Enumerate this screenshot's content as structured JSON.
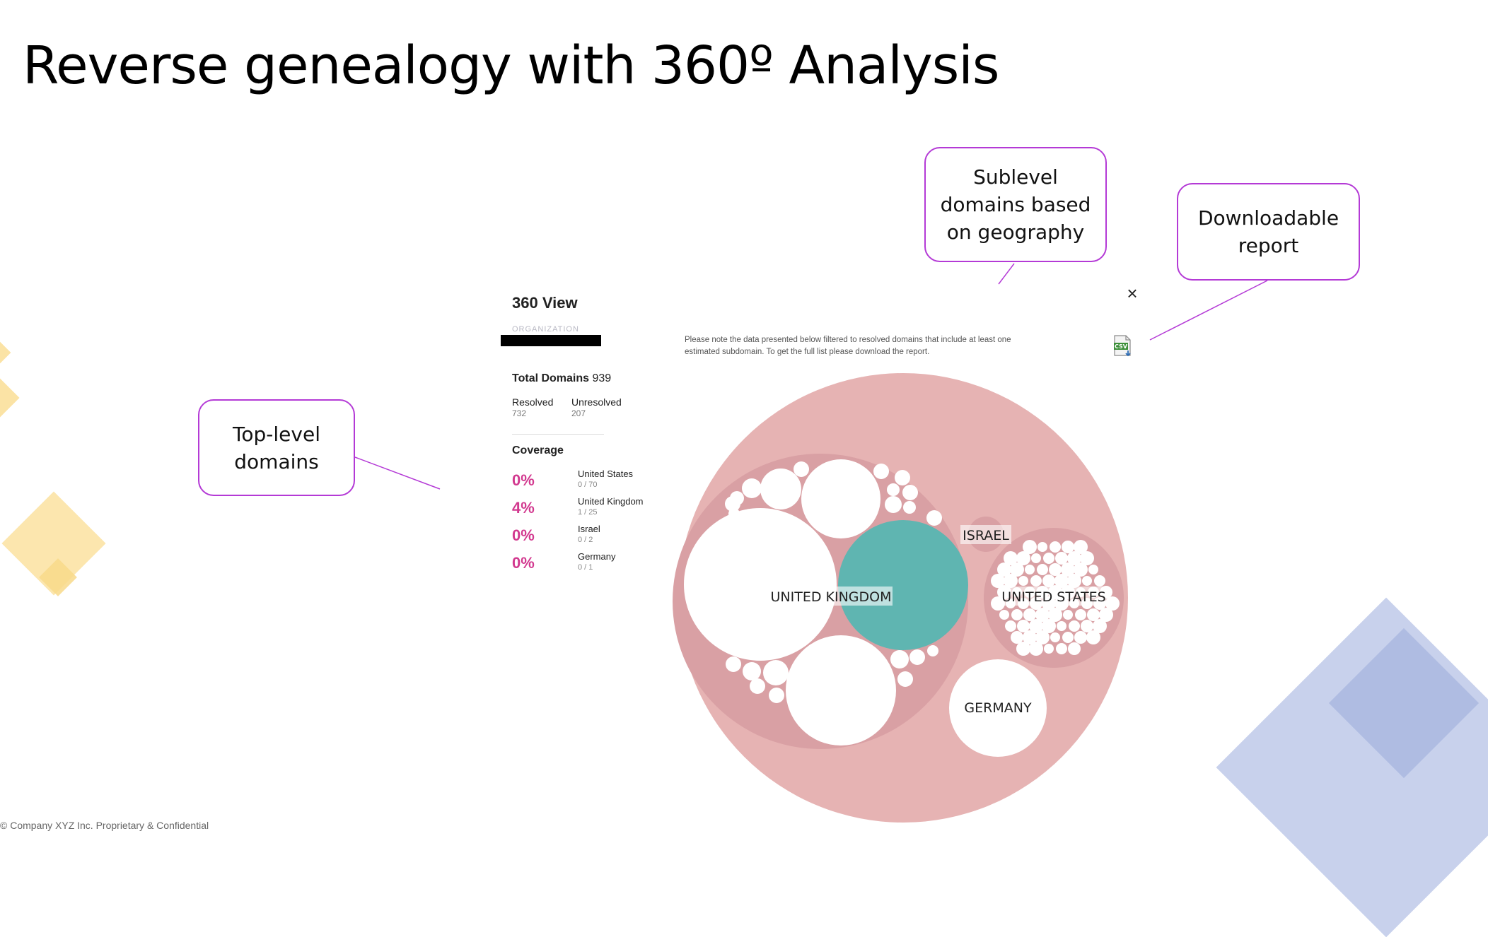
{
  "slide": {
    "title": "Reverse genealogy with 360º Analysis",
    "footer": "© Company XYZ Inc. Proprietary & Confidential"
  },
  "callouts": {
    "top_level": [
      "Top-level",
      "domains"
    ],
    "sublevel": [
      "Sublevel",
      "domains based",
      "on geography"
    ],
    "download": [
      "Downloadable",
      "report"
    ]
  },
  "panel": {
    "title": "360 View",
    "org_label": "ORGANIZATION",
    "close_icon": "×",
    "note": "Please note the data presented below filtered to resolved domains that include at least one estimated subdomain. To get the full list please download the report.",
    "download_icon": "csv-download-icon",
    "total_label": "Total Domains",
    "total_value": "939",
    "resolved_label": "Resolved",
    "resolved_value": "732",
    "unresolved_label": "Unresolved",
    "unresolved_value": "207",
    "coverage_title": "Coverage",
    "coverage": [
      {
        "pct": "0%",
        "country": "United States",
        "fraction": "0 / 70"
      },
      {
        "pct": "4%",
        "country": "United Kingdom",
        "fraction": "1 / 25"
      },
      {
        "pct": "0%",
        "country": "Israel",
        "fraction": "0 / 2"
      },
      {
        "pct": "0%",
        "country": "Germany",
        "fraction": "0 / 1"
      }
    ]
  },
  "bubbles": {
    "labels": {
      "uk": "UNITED KINGDOM",
      "us": "UNITED STATES",
      "israel": "ISRAEL",
      "germany": "GERMANY"
    }
  },
  "colors": {
    "accent_purple": "#b43ad6",
    "coverage_pink": "#d2398f",
    "outer_bubble": "#e6b3b3",
    "inner_bubble": "#d9a0a4",
    "teal": "#5fb5b1",
    "deco_yellow": "#fbe3a5",
    "deco_blue": "#aab8e1"
  }
}
